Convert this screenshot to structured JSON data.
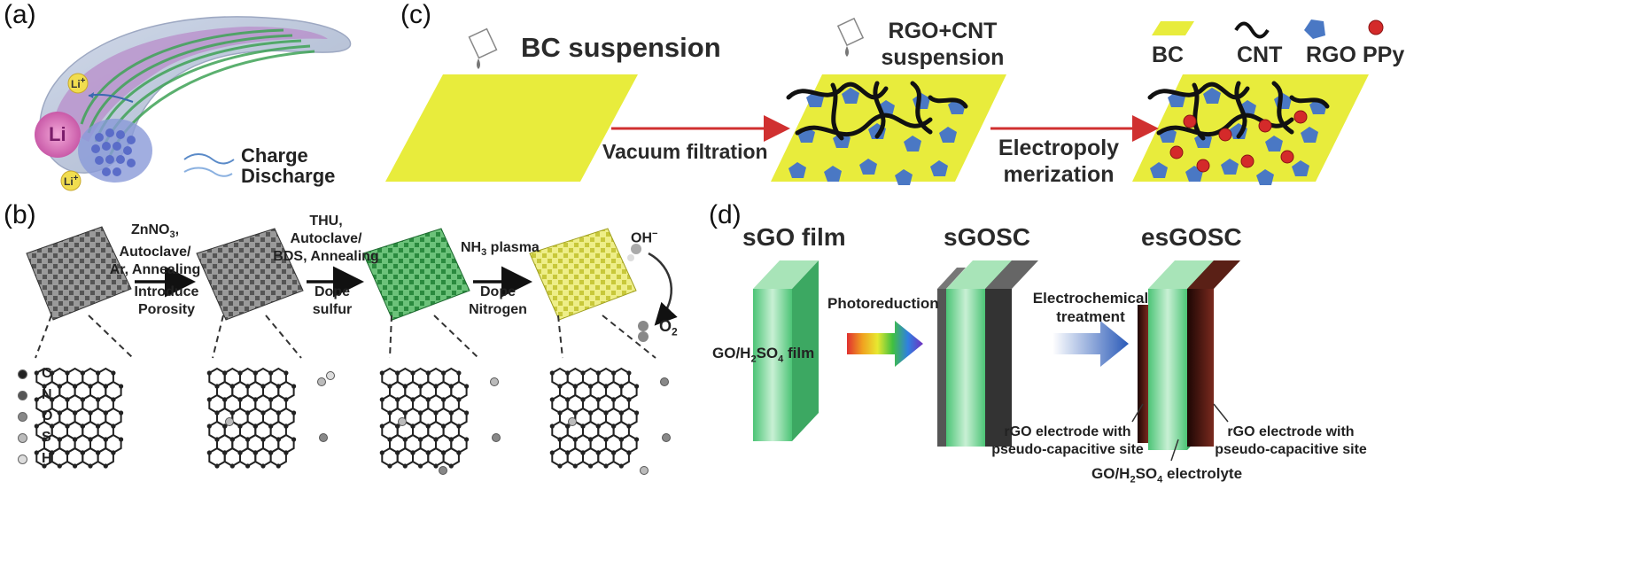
{
  "panel_labels": {
    "a": "(a)",
    "b": "(b)",
    "c": "(c)",
    "d": "(d)"
  },
  "panel_a": {
    "li_big": "Li",
    "li_ion": "Li",
    "li_plus": "+",
    "charge": "Charge",
    "discharge": "Discharge"
  },
  "panel_b": {
    "step1": [
      "ZnNO",
      "3",
      ", Autoclave/",
      "Ar, Annealing"
    ],
    "step1_below": [
      "Introduce",
      "Porosity"
    ],
    "step2": [
      "THU, Autoclave/",
      "BDS, Annealing"
    ],
    "step2_below": [
      "Dope",
      "sulfur"
    ],
    "step3": [
      "NH",
      "3",
      " plasma"
    ],
    "step3_below": [
      "Dope",
      "Nitrogen"
    ],
    "oh": "OH",
    "oh_sup": "−",
    "o2": "O",
    "o2_sub": "2",
    "legend": [
      "C",
      "N",
      "O",
      "S",
      "H"
    ],
    "colors": {
      "C": "#222222",
      "N": "#555555",
      "O": "#888888",
      "S": "#bbbbbb",
      "H": "#dddddd"
    }
  },
  "panel_c": {
    "bc_suspension": "BC suspension",
    "rgo_cnt": [
      "RGO+CNT",
      "suspension"
    ],
    "vacuum": "Vacuum filtration",
    "electropoly": [
      "Electropoly",
      "merization"
    ],
    "legend": [
      "BC",
      "CNT",
      "RGO",
      "PPy"
    ],
    "colors": {
      "bc": "#e8ec3c",
      "rgo": "#4a78c4",
      "ppy": "#d42a2a",
      "arrow": "#d03030"
    }
  },
  "panel_d": {
    "sgo_film": "sGO film",
    "sgosc": "sGOSC",
    "esgosc": "esGOSC",
    "go_film": [
      "GO/H",
      "2",
      "SO",
      "4",
      " film"
    ],
    "photoreduction": "Photoreduction",
    "electrochem": [
      "Electrochemical",
      "treatment"
    ],
    "rgo_left": [
      "rGO electrode with",
      "pseudo-capacitive site"
    ],
    "rgo_right": [
      "rGO electrode with",
      "pseudo-capacitive site"
    ],
    "electrolyte": [
      "GO/H",
      "2",
      "SO",
      "4",
      " electrolyte"
    ],
    "colors": {
      "film": "#6fd08a",
      "dark": "#333333",
      "brown": "#4a1a12",
      "arrow_blue": "#2a5ab8"
    }
  }
}
